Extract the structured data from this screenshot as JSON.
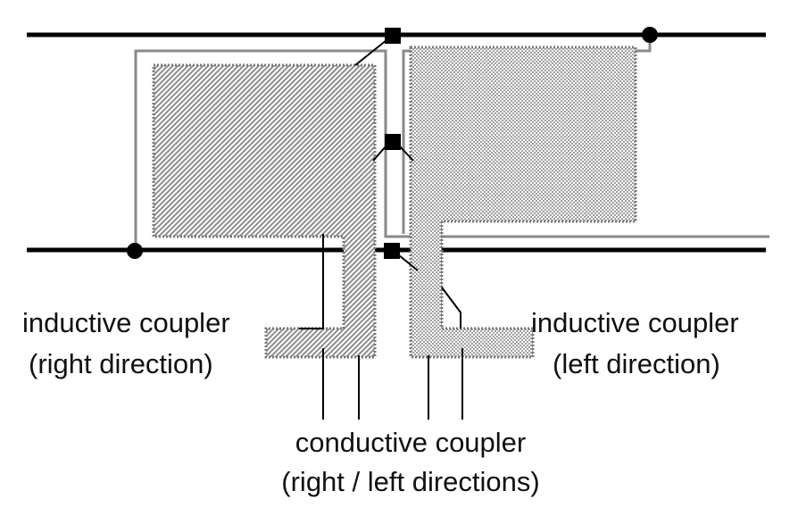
{
  "labels": {
    "inductive_right_line1": "inductive coupler",
    "inductive_right_line2": "(right direction)",
    "inductive_left_line1": "inductive coupler",
    "inductive_left_line2": "(left direction)",
    "conductive_line1": "conductive coupler",
    "conductive_line2": "(right / left directions)"
  },
  "colors": {
    "rail": "#000000",
    "loop_outline": "#8a8a8a",
    "hatch_fill": "#9a9a9a",
    "check_fill": "#a8a8a8",
    "dotted_border": "#808080"
  }
}
